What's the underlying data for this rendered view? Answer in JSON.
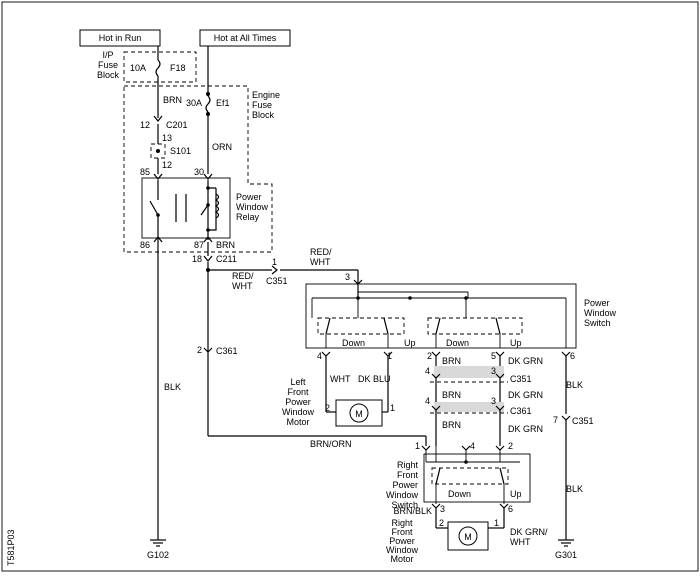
{
  "sources": {
    "hot_in_run": "Hot in Run",
    "hot_at_all_times": "Hot at All Times"
  },
  "ip_fuse_block": {
    "line1": "I/P",
    "line2": "Fuse",
    "line3": "Block",
    "fuse_rating": "10A",
    "fuse_id": "F18"
  },
  "engine_fuse_block": {
    "line1": "Engine",
    "line2": "Fuse",
    "line3": "Block",
    "fuse_rating": "30A",
    "fuse_id": "Ef1"
  },
  "relay": {
    "line1": "Power",
    "line2": "Window",
    "line3": "Relay",
    "pin85": "85",
    "pin86": "86",
    "pin30": "30",
    "pin87": "87"
  },
  "wires": {
    "brn": "BRN",
    "orn": "ORN",
    "blk": "BLK",
    "red_wht_1": "RED/",
    "red_wht_2": "WHT",
    "wht": "WHT",
    "dk_blu": "DK BLU",
    "dk_grn": "DK GRN",
    "brn_orn": "BRN/ORN",
    "brn_blk": "BRN/BLK",
    "dk_grn_wht_1": "DK GRN/",
    "dk_grn_wht_2": "WHT"
  },
  "connectors": {
    "c201": "C201",
    "c201_pin": "12",
    "s101": "S101",
    "s101_pin_top": "13",
    "s101_pin_bottom": "12",
    "c211": "C211",
    "c211_pin": "18",
    "c351": "C351",
    "c351_pin1": "1",
    "c351_pin7": "7",
    "c361": "C361",
    "c361_pin2": "2"
  },
  "power_window_switch": {
    "line1": "Power",
    "line2": "Window",
    "line3": "Switch",
    "down1": "Down",
    "up1": "Up",
    "down2": "Down",
    "up2": "Up",
    "pin3": "3",
    "pin4": "4",
    "pin1": "1",
    "pin2": "2",
    "pin5": "5",
    "pin6": "6"
  },
  "left_motor": {
    "line1": "Left",
    "line2": "Front",
    "line3": "Power",
    "line4": "Window",
    "line5": "Motor",
    "pin2": "2",
    "pin1": "1",
    "m": "M"
  },
  "right_switch": {
    "line1": "Right",
    "line2": "Front",
    "line3": "Power",
    "line4": "Window",
    "line5": "Switch",
    "down": "Down",
    "up": "Up",
    "pin1": "1",
    "pin4": "4",
    "pin2": "2",
    "pin3": "3",
    "pin6": "6"
  },
  "right_motor": {
    "line1": "Right",
    "line2": "Front",
    "line3": "Power",
    "line4": "Window",
    "line5": "Motor",
    "pin2": "2",
    "pin1": "1",
    "m": "M"
  },
  "pins": {
    "p4": "4",
    "p3": "3",
    "p2": "2",
    "p1": "1"
  },
  "grounds": {
    "g102": "G102",
    "g301": "G301"
  },
  "figure_id": "T581P03"
}
